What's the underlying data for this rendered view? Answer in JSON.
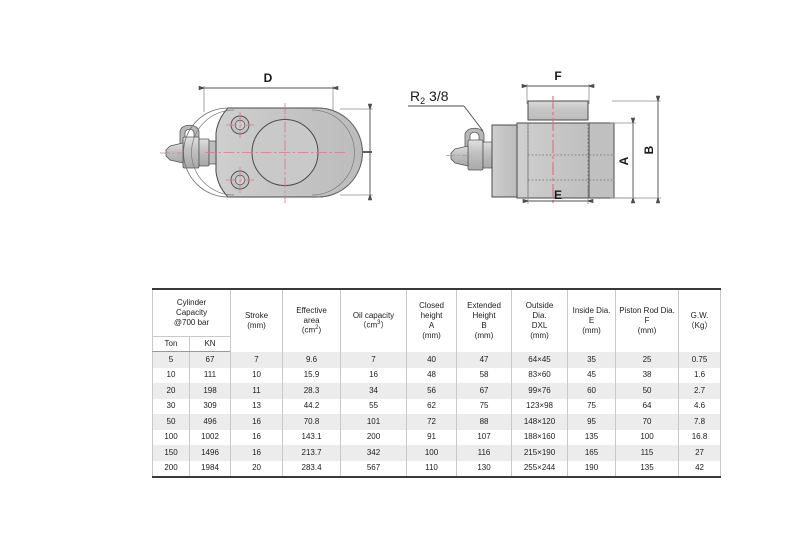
{
  "drawings": {
    "front_view": {
      "name": "front-elevation-view",
      "dimension_labels": [
        "D"
      ],
      "right_tick_label": ""
    },
    "side_view": {
      "name": "side-section-view",
      "port_label": "R",
      "port_label_sub": "2",
      "port_label_rest": " 3/8",
      "dimension_labels": [
        "F",
        "B",
        "A",
        "E"
      ]
    },
    "colors": {
      "body_fill": "#c8c8c8",
      "body_fill_light": "#d8d8d8",
      "body_fill_dark": "#b4b4b4",
      "outline": "#4a4a4a",
      "centerline": "#e08a9a",
      "dimension_line": "#6b6b6b",
      "hidden_line": "#8a8a8a"
    }
  },
  "spec_table": {
    "name": "cylinder-specification-table",
    "header": {
      "capacity_group": {
        "line1": "Cylinder",
        "line2": "Capacity",
        "line3": "@700 bar",
        "sub_ton": "Ton",
        "sub_kn": "KN"
      },
      "stroke": {
        "line1": "Stroke",
        "line2": "(mm)"
      },
      "effective_area": {
        "line1": "Effective",
        "line2": "area",
        "line3": "(cm",
        "line3_sup": "2",
        "line3_end": ")"
      },
      "oil_capacity": {
        "line1": "Oil capacity",
        "line2": "（cm",
        "line2_sup": "3",
        "line2_end": "）"
      },
      "closed_height": {
        "line1": "Closed",
        "line2": "height",
        "line3": "A",
        "line4": "(mm)"
      },
      "extended_height": {
        "line1": "Extended",
        "line2": "Height",
        "line3": "B",
        "line4": "(mm)"
      },
      "outside_dia": {
        "line1": "Outside",
        "line2": "Dia.",
        "line3": "DXL",
        "line4": "(mm)"
      },
      "inside_dia": {
        "line1": "Inside Dia.",
        "line2": "E",
        "line3": "(mm)"
      },
      "piston_rod_dia": {
        "line1": "Piston Rod Dia.",
        "line2": "F",
        "line3": "(mm)"
      },
      "gross_weight": {
        "line1": "G.W.",
        "line2": "（Kg）"
      }
    },
    "columns": [
      "Ton",
      "KN",
      "Stroke (mm)",
      "Effective area (cm2)",
      "Oil capacity (cm3)",
      "Closed height A (mm)",
      "Extended Height B (mm)",
      "Outside Dia. DXL (mm)",
      "Inside Dia. E (mm)",
      "Piston Rod Dia. F (mm)",
      "G.W. (Kg)"
    ],
    "rows": [
      {
        "ton": "5",
        "kn": "67",
        "stroke": "7",
        "effective_area": "9.6",
        "oil_capacity": "7",
        "closed_height": "40",
        "extended_height": "47",
        "outside_dia": "64×45",
        "inside_dia": "35",
        "piston_rod_dia": "25",
        "gw": "0.75"
      },
      {
        "ton": "10",
        "kn": "111",
        "stroke": "10",
        "effective_area": "15.9",
        "oil_capacity": "16",
        "closed_height": "48",
        "extended_height": "58",
        "outside_dia": "83×60",
        "inside_dia": "45",
        "piston_rod_dia": "38",
        "gw": "1.6"
      },
      {
        "ton": "20",
        "kn": "198",
        "stroke": "11",
        "effective_area": "28.3",
        "oil_capacity": "34",
        "closed_height": "56",
        "extended_height": "67",
        "outside_dia": "99×76",
        "inside_dia": "60",
        "piston_rod_dia": "50",
        "gw": "2.7"
      },
      {
        "ton": "30",
        "kn": "309",
        "stroke": "13",
        "effective_area": "44.2",
        "oil_capacity": "55",
        "closed_height": "62",
        "extended_height": "75",
        "outside_dia": "123×98",
        "inside_dia": "75",
        "piston_rod_dia": "64",
        "gw": "4.6"
      },
      {
        "ton": "50",
        "kn": "496",
        "stroke": "16",
        "effective_area": "70.8",
        "oil_capacity": "101",
        "closed_height": "72",
        "extended_height": "88",
        "outside_dia": "148×120",
        "inside_dia": "95",
        "piston_rod_dia": "70",
        "gw": "7.8"
      },
      {
        "ton": "100",
        "kn": "1002",
        "stroke": "16",
        "effective_area": "143.1",
        "oil_capacity": "200",
        "closed_height": "91",
        "extended_height": "107",
        "outside_dia": "188×160",
        "inside_dia": "135",
        "piston_rod_dia": "100",
        "gw": "16.8"
      },
      {
        "ton": "150",
        "kn": "1496",
        "stroke": "16",
        "effective_area": "213.7",
        "oil_capacity": "342",
        "closed_height": "100",
        "extended_height": "116",
        "outside_dia": "215×190",
        "inside_dia": "165",
        "piston_rod_dia": "115",
        "gw": "27"
      },
      {
        "ton": "200",
        "kn": "1984",
        "stroke": "20",
        "effective_area": "283.4",
        "oil_capacity": "567",
        "closed_height": "110",
        "extended_height": "130",
        "outside_dia": "255×244",
        "inside_dia": "190",
        "piston_rod_dia": "135",
        "gw": "42"
      }
    ]
  }
}
